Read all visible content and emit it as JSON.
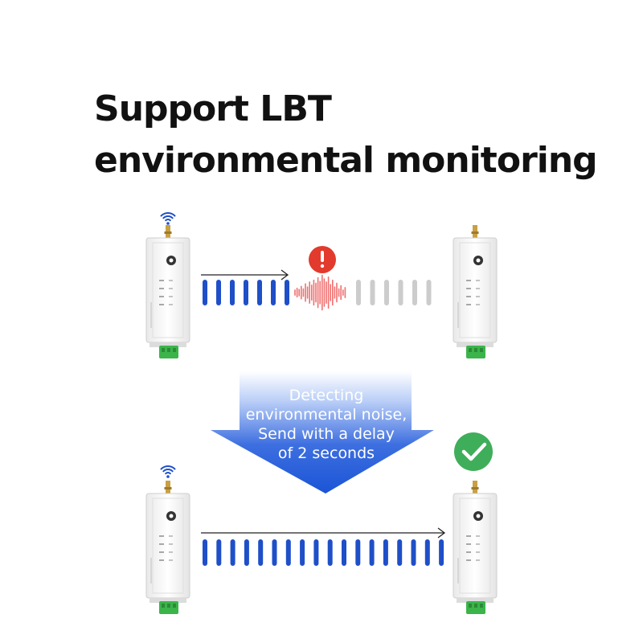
{
  "title": {
    "line1": "Support LBT",
    "line2": "environmental monitoring"
  },
  "callout": {
    "lines": [
      "Detecting",
      "environmental noise,",
      "Send with a delay",
      "of 2 seconds"
    ]
  },
  "icons": {
    "wifi": "wifi-icon",
    "warning": "exclamation-icon",
    "success": "checkmark-icon"
  },
  "colors": {
    "signal": "#1f4fc8",
    "blocked_signal": "#cccccc",
    "noise": "#f07070",
    "warning": "#e23a2c",
    "success": "#3fae5a",
    "arrow_top": "#ffffff",
    "arrow_bottom": "#1b54d6",
    "terminal": "#3bb44a"
  },
  "scenario_blocked": {
    "signal_bars_sent": 7,
    "signal_bars_blocked": 6
  },
  "scenario_delayed": {
    "signal_bars_sent": 18
  }
}
